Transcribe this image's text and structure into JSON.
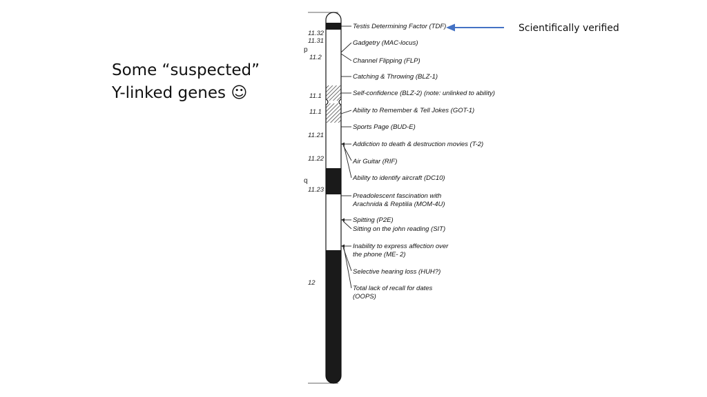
{
  "slide": {
    "title_line1": "Some “suspected”",
    "title_line2": "Y-linked genes",
    "smiley": "☺",
    "note": "Scientifically verified",
    "accent_color": "#4472c4"
  },
  "chromosome": {
    "arms": {
      "p": "p",
      "q": "q"
    },
    "band_labels": [
      "11.32",
      "11.31",
      "11.2",
      "11.1",
      "11.1",
      "11.21",
      "11.22",
      "11.23",
      "12"
    ],
    "genes": [
      [
        "Testis Determining Factor (TDF)"
      ],
      [
        "Gadgetry (MAC-locus)"
      ],
      [
        "Channel Flipping (FLP)"
      ],
      [
        "Catching & Throwing (BLZ-1)"
      ],
      [
        "Self-confidence (BLZ-2) (note: unlinked to ability)"
      ],
      [
        "Ability to Remember & Tell Jokes (GOT-1)"
      ],
      [
        "Sports Page (BUD-E)"
      ],
      [
        "Addiction to death & destruction movies (T-2)"
      ],
      [
        "Air Guitar (RIF)"
      ],
      [
        "Ability to identify aircraft (DC10)"
      ],
      [
        "Preadolescent fascination with",
        "Arachnida & Reptilia (MOM-4U)"
      ],
      [
        "Spitting (P2E)"
      ],
      [
        "Sitting on the john reading (SIT)"
      ],
      [
        "Inability to express affection over",
        "the phone (ME- 2)"
      ],
      [
        "Selective hearing loss (HUH?)"
      ],
      [
        "Total lack of recall for dates",
        "(OOPS)"
      ]
    ]
  }
}
